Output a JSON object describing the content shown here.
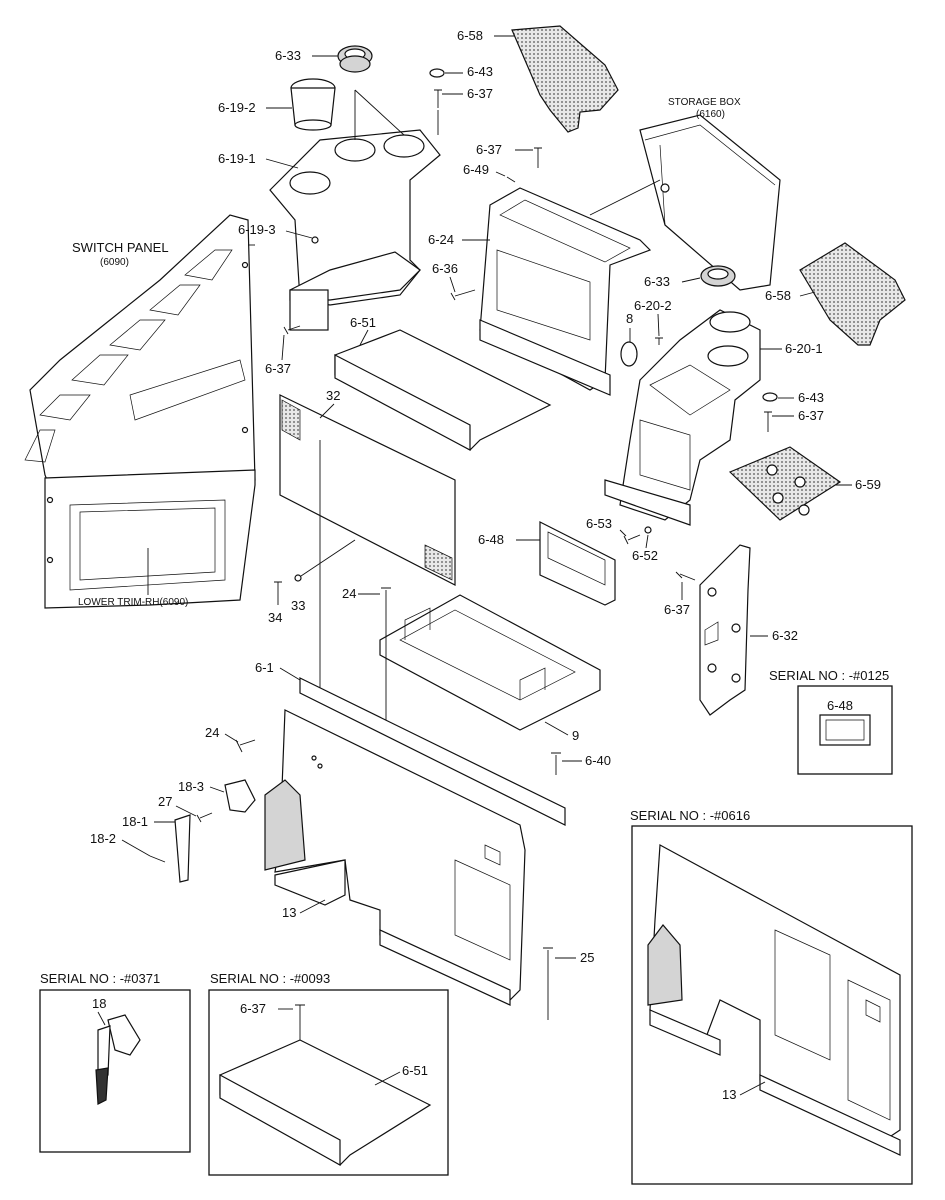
{
  "callouts": {
    "c_6_33_top": "6-33",
    "c_6_43_top": "6-43",
    "c_6_37_top": "6-37",
    "c_6_19_2": "6-19-2",
    "c_6_19_1": "6-19-1",
    "c_6_19_3": "6-19-3",
    "c_6_58_top": "6-58",
    "c_6_37_b": "6-37",
    "c_6_49": "6-49",
    "c_6_24": "6-24",
    "c_6_36": "6-36",
    "c_6_37_left": "6-37",
    "c_6_51": "6-51",
    "c_32": "32",
    "c_8": "8",
    "c_6_20_2": "6-20-2",
    "c_6_33_r": "6-33",
    "c_6_58_r": "6-58",
    "c_6_20_1": "6-20-1",
    "c_6_43_r": "6-43",
    "c_6_37_r": "6-37",
    "c_6_59": "6-59",
    "c_6_48": "6-48",
    "c_6_53": "6-53",
    "c_6_52": "6-52",
    "c_34": "34",
    "c_33": "33",
    "c_24_top": "24",
    "c_6_37_br": "6-37",
    "c_6_32": "6-32",
    "c_6_1": "6-1",
    "c_9": "9",
    "c_24_left": "24",
    "c_6_40": "6-40",
    "c_18_3": "18-3",
    "c_27": "27",
    "c_18_1": "18-1",
    "c_18_2": "18-2",
    "c_13": "13",
    "c_25": "25"
  },
  "labels": {
    "storage_box": "STORAGE BOX",
    "storage_box_code": "(6160)",
    "switch_panel": "SWITCH PANEL",
    "switch_panel_code": "(6090)",
    "lower_trim": "LOWER TRIM-RH(6090)"
  },
  "insets": {
    "serial_0125": {
      "title": "SERIAL NO : -#0125",
      "part": "6-48"
    },
    "serial_0616": {
      "title": "SERIAL NO : -#0616",
      "part": "13"
    },
    "serial_0371": {
      "title": "SERIAL NO : -#0371",
      "part": "18"
    },
    "serial_0093": {
      "title": "SERIAL NO : -#0093",
      "part_a": "6-37",
      "part_b": "6-51"
    }
  }
}
